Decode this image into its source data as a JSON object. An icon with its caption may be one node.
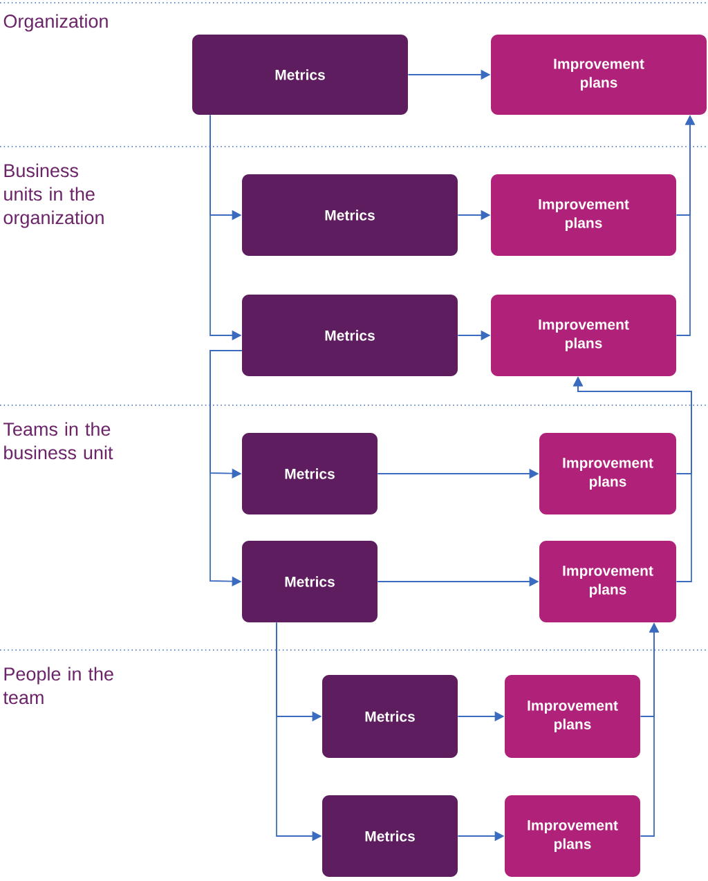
{
  "diagram": {
    "nodes": [
      {
        "text": [
          "Metrics"
        ]
      },
      {
        "text": [
          "Improvement plans"
        ]
      },
      {
        "text": [
          "Metrics"
        ]
      },
      {
        "text": [
          "Improvement plans"
        ]
      },
      {
        "text": [
          "Metrics"
        ]
      },
      {
        "text": [
          "Improvement plans"
        ]
      },
      {
        "text": [
          "Metrics"
        ]
      },
      {
        "text": [
          "Improvement plans"
        ]
      },
      {
        "text": [
          "Metrics"
        ]
      },
      {
        "text": [
          "Improvement plans"
        ]
      },
      {
        "text": [
          "Metrics"
        ]
      },
      {
        "text": [
          "Improvement plans"
        ]
      },
      {
        "text": [
          "Metrics"
        ]
      },
      {
        "text": [
          "Improvement plans"
        ]
      }
    ],
    "edges": [
      {
        "from": 0,
        "to": 1,
        "arrow": "to"
      },
      {
        "from": 0,
        "to": 2,
        "arrow": "to"
      },
      {
        "from": 0,
        "to": 4,
        "arrow": "to"
      },
      {
        "from": 2,
        "to": 3,
        "arrow": "to"
      },
      {
        "from": 4,
        "to": 5,
        "arrow": "to"
      },
      {
        "from": 3,
        "to": 1,
        "arrow": "to"
      },
      {
        "from": 5,
        "to": 1,
        "arrow": "to"
      },
      {
        "from": 4,
        "to": 6,
        "arrow": "to"
      },
      {
        "from": 4,
        "to": 8,
        "arrow": "to"
      },
      {
        "from": 6,
        "to": 7,
        "arrow": "to"
      },
      {
        "from": 8,
        "to": 9,
        "arrow": "to"
      },
      {
        "from": 7,
        "to": 5,
        "arrow": "to"
      },
      {
        "from": 9,
        "to": 5,
        "arrow": "to"
      },
      {
        "from": 8,
        "to": 10,
        "arrow": "to"
      },
      {
        "from": 8,
        "to": 12,
        "arrow": "to"
      },
      {
        "from": 10,
        "to": 11,
        "arrow": "to"
      },
      {
        "from": 12,
        "to": 13,
        "arrow": "to"
      },
      {
        "from": 11,
        "to": 9,
        "arrow": "to"
      },
      {
        "from": 13,
        "to": 9,
        "arrow": "to"
      }
    ],
    "labels": [
      "Organization",
      "Business units in the organization",
      "Teams in the business unit",
      "People in the team"
    ]
  }
}
